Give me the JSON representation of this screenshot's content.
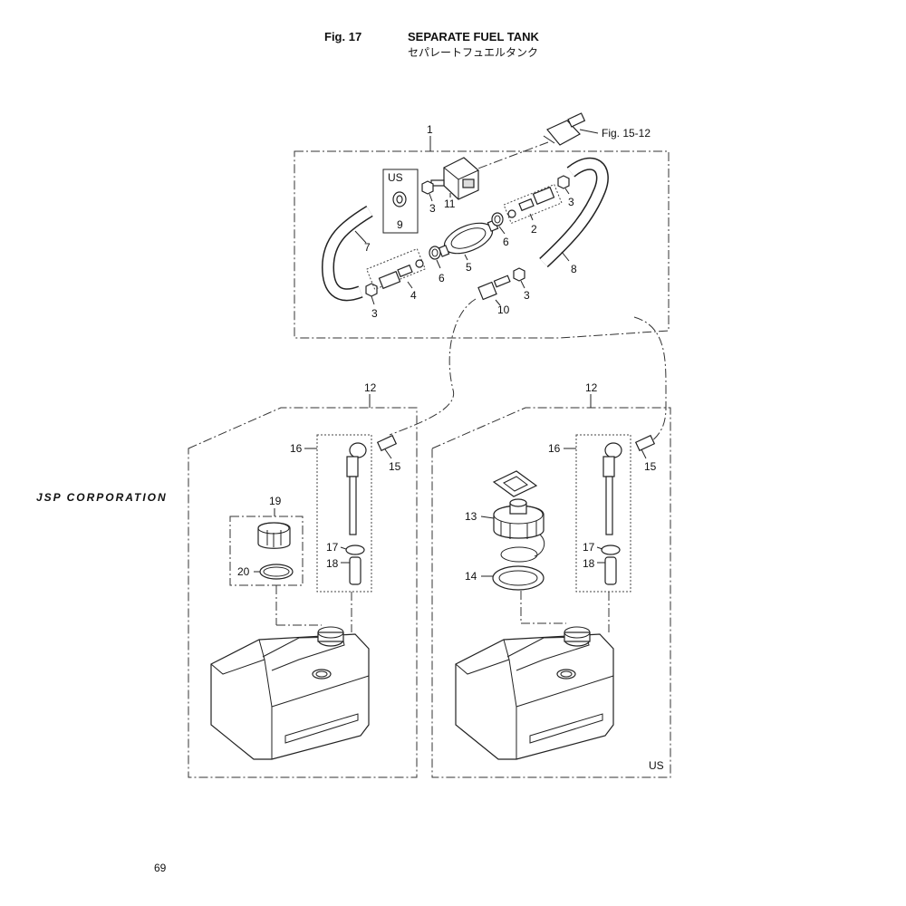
{
  "header": {
    "fig_number": "Fig. 17",
    "title_en": "SEPARATE FUEL TANK",
    "title_jp": "セパレートフュエルタンク"
  },
  "watermark": "JSP CORPORATION",
  "reference": "Fig. 15-12",
  "page_number": "69",
  "region_tags": {
    "us_kit": "US",
    "us_tank": "US"
  },
  "callouts": {
    "p1": "1",
    "p2": "2",
    "p3a": "3",
    "p3b": "3",
    "p3c": "3",
    "p3d": "3",
    "p4": "4",
    "p5": "5",
    "p6a": "6",
    "p6b": "6",
    "p7": "7",
    "p8": "8",
    "p9": "9",
    "p10": "10",
    "p11": "11",
    "p12a": "12",
    "p12b": "12",
    "p13": "13",
    "p14": "14",
    "p15a": "15",
    "p15b": "15",
    "p16a": "16",
    "p16b": "16",
    "p17a": "17",
    "p17b": "17",
    "p18a": "18",
    "p18b": "18",
    "p19": "19",
    "p20": "20"
  }
}
